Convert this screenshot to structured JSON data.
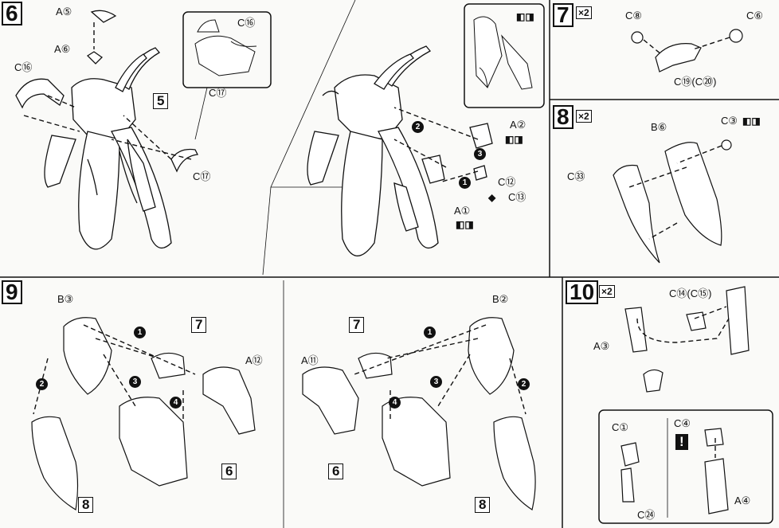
{
  "steps": {
    "s6": {
      "number": "6",
      "ref_5": "5",
      "labels": {
        "a5": "A⑤",
        "a6": "A⑥",
        "c16_left": "C⑯",
        "c16_inset": "C⑯",
        "c17_inset": "C⑰",
        "c17": "C⑰",
        "a2": "A②",
        "c12": "C⑫",
        "c13": "C⑬",
        "a1": "A①"
      },
      "order": [
        "1",
        "2",
        "3"
      ],
      "sym_a2": "◧◨",
      "sym_c13": "◆",
      "sym_a1": "◧◨",
      "sym_inset": "◧◨"
    },
    "s7": {
      "number": "7",
      "mult": "×2",
      "labels": {
        "c8": "C⑧",
        "c6": "C⑥",
        "c19": "C⑲(C⑳)"
      }
    },
    "s8": {
      "number": "8",
      "mult": "×2",
      "labels": {
        "b6": "B⑥",
        "c3": "C③",
        "c33": "C㉝"
      },
      "sym_c3": "◧◨"
    },
    "s9": {
      "number": "9",
      "ref_7": "7",
      "ref_6": "6",
      "ref_8": "8",
      "labels": {
        "b3": "B③",
        "a12": "A⑫",
        "a11": "A⑪",
        "b2": "B②"
      },
      "order": [
        "1",
        "2",
        "3",
        "4"
      ]
    },
    "s10": {
      "number": "10",
      "mult": "×2",
      "labels": {
        "a3": "A③",
        "c14": "C⑭(C⑮)",
        "c1": "C①",
        "c24": "C㉔",
        "c4": "C④",
        "a4": "A④"
      },
      "warn": "!"
    }
  }
}
